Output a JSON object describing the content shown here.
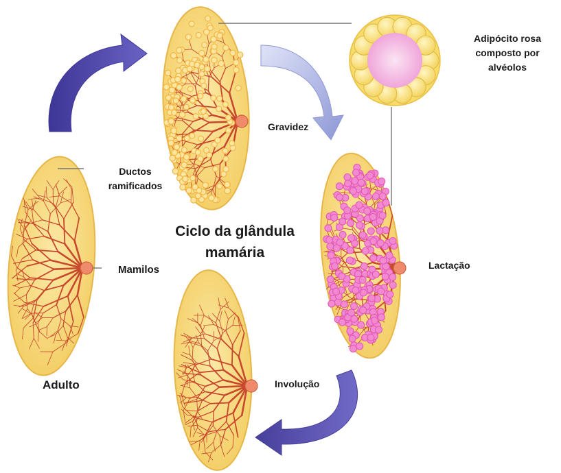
{
  "diagram": {
    "title_line1": "Ciclo da glândula",
    "title_line2": "mamária",
    "labels": {
      "adipocyte_line1": "Adipócito rosa",
      "adipocyte_line2": "composto por",
      "adipocyte_line3": "alvéolos",
      "ductos_line1": "Ductos",
      "ductos_line2": "ramificados",
      "gravidez": "Gravidez",
      "mamilos": "Mamilos",
      "lactacao": "Lactação",
      "involucao": "Involução",
      "adulto": "Adulto"
    },
    "colors": {
      "gland_fill": "#f6d77a",
      "gland_edge": "#e7b64a",
      "duct": "#c8482d",
      "nipple": "#ef8b6a",
      "alveolus_orange": "#f4b441",
      "alveolus_pink": "#e35ab8",
      "arrow_dark": "#4a43a6",
      "arrow_light": "#aab4e6",
      "adipocyte_ring": "#f8e27a",
      "adipocyte_center": "#f5c7e6",
      "leader_line": "#777777"
    }
  }
}
